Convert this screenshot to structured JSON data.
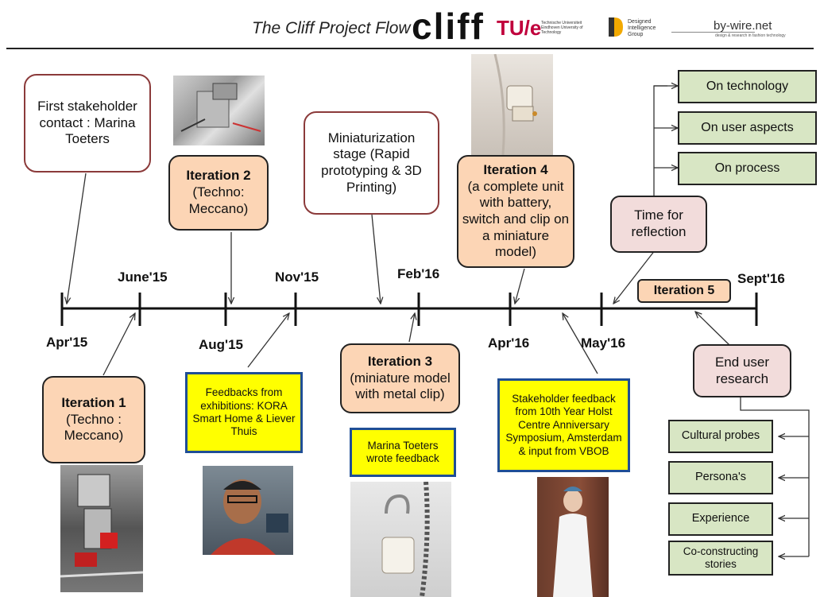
{
  "header": {
    "title": "The Cliff Project Flow",
    "logo_cliff": "cliff",
    "logo_tue_mark": "TU/e",
    "logo_tue_text": "Technische Universiteit Eindhoven University of Technology",
    "logo_dig_text": "Designed Intelligence Group",
    "logo_bywire": "by-wire.net",
    "logo_bywire_sub": "design & research in fashion technology"
  },
  "timeline": {
    "above": [
      "June'15",
      "Nov'15",
      "Feb'16",
      "Sept'16"
    ],
    "below": [
      "Apr'15",
      "Aug'15",
      "Apr'16",
      "May'16"
    ]
  },
  "boxes": {
    "first_contact": "First stakeholder contact : Marina Toeters",
    "iter2_title": "Iteration 2",
    "iter2_text": "(Techno: Meccano)",
    "miniaturization": "Miniaturization stage (Rapid prototyping & 3D Printing)",
    "iter4_title": "Iteration 4",
    "iter4_text": "(a complete unit with battery, switch and clip on a miniature model)",
    "reflection": "Time for reflection",
    "iter5_title": "Iteration 5",
    "iter1_title": "Iteration 1",
    "iter1_text": "(Techno : Meccano)",
    "iter3_title": "Iteration 3",
    "iter3_text": "(miniature model with metal clip)",
    "end_user": "End user research"
  },
  "yellow": {
    "exhibitions": "Feedbacks from exhibitions: KORA Smart Home & Liever Thuis",
    "marina": "Marina Toeters wrote feedback",
    "stakeholder": "Stakeholder feedback from 10th Year Holst Centre Anniversary Symposium, Amsterdam & input from VBOB"
  },
  "reflection_items": [
    "On technology",
    "On user aspects",
    "On process"
  ],
  "research_items": [
    "Cultural probes",
    "Persona's",
    "Experience",
    "Co-constructing stories"
  ]
}
